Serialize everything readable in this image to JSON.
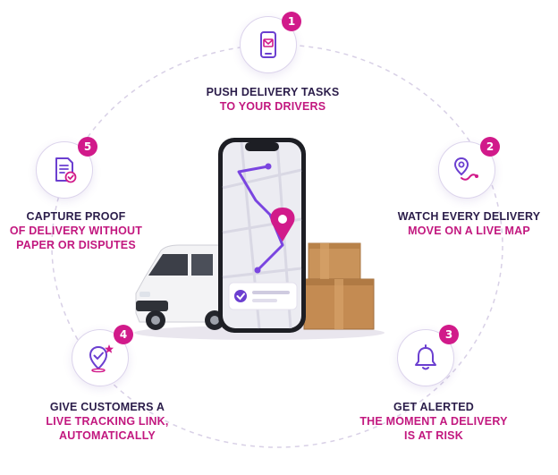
{
  "colors": {
    "accent_magenta": "#d11a8a",
    "heading_dark": "#2b1d4a",
    "icon_purple": "#6b3fd0",
    "route_purple": "#7a45e0"
  },
  "steps": [
    {
      "number": "1",
      "icon": "mobile-message-icon",
      "line1": "PUSH DELIVERY TASKS",
      "line2": "TO YOUR DRIVERS",
      "line3": ""
    },
    {
      "number": "2",
      "icon": "route-map-pin-icon",
      "line1": "WATCH EVERY DELIVERY",
      "line2": "MOVE ON A LIVE MAP",
      "line3": ""
    },
    {
      "number": "3",
      "icon": "bell-icon",
      "line1": "GET ALERTED",
      "line2": "THE MOMENT A DELIVERY",
      "line3": "IS AT RISK"
    },
    {
      "number": "4",
      "icon": "location-check-star-icon",
      "line1": "GIVE CUSTOMERS A",
      "line2": "LIVE TRACKING LINK,",
      "line3": "AUTOMATICALLY"
    },
    {
      "number": "5",
      "icon": "document-check-icon",
      "line1": "CAPTURE PROOF",
      "line2": "OF DELIVERY WITHOUT",
      "line3": "PAPER OR DISPUTES"
    }
  ]
}
